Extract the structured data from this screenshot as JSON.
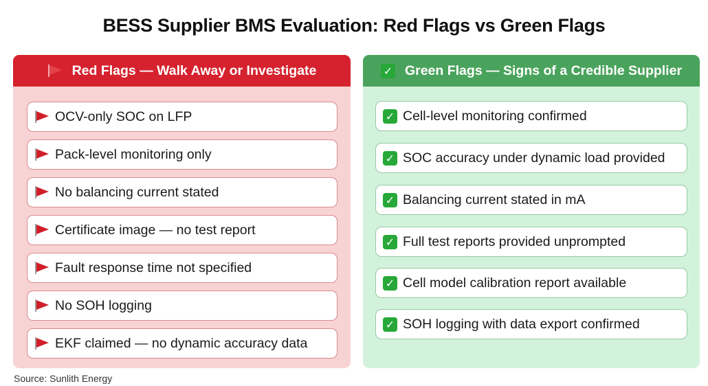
{
  "title": "BESS Supplier BMS Evaluation: Red Flags vs Green Flags",
  "colors": {
    "red_header": "#d5222e",
    "red_panel": "#f8d3d3",
    "green_header": "#4aa35c",
    "green_panel": "#d3f2dc"
  },
  "red_panel": {
    "icon": "red-flag-icon",
    "heading": "Red Flags — Walk Away or Investigate",
    "items": [
      {
        "icon": "red-flag-icon",
        "label": "OCV-only SOC on LFP"
      },
      {
        "icon": "red-flag-icon",
        "label": "Pack-level monitoring only"
      },
      {
        "icon": "red-flag-icon",
        "label": "No balancing current stated"
      },
      {
        "icon": "red-flag-icon",
        "label": "Certificate image — no test report"
      },
      {
        "icon": "red-flag-icon",
        "label": "Fault response time not specified"
      },
      {
        "icon": "red-flag-icon",
        "label": "No SOH logging"
      },
      {
        "icon": "red-flag-icon",
        "label": "EKF claimed — no dynamic accuracy data"
      }
    ]
  },
  "green_panel": {
    "icon": "check-mark-icon",
    "heading": "Green Flags — Signs of a Credible Supplier",
    "items": [
      {
        "icon": "check-mark-icon",
        "label": "Cell-level monitoring confirmed"
      },
      {
        "icon": "check-mark-icon",
        "label": "SOC accuracy under dynamic load provided"
      },
      {
        "icon": "check-mark-icon",
        "label": "Balancing current stated in mA"
      },
      {
        "icon": "check-mark-icon",
        "label": "Full test reports provided unprompted"
      },
      {
        "icon": "check-mark-icon",
        "label": "Cell model calibration report available"
      },
      {
        "icon": "check-mark-icon",
        "label": "SOH logging with data export confirmed"
      }
    ]
  },
  "source": "Source: Sunlith Energy",
  "check_glyph": "✓"
}
